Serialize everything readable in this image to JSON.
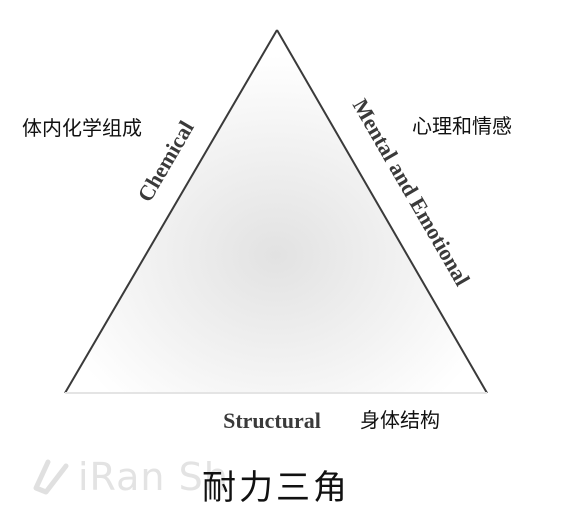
{
  "diagram": {
    "edges": {
      "left": "Chemical",
      "right": "Mental and Emotional",
      "bottom": "Structural"
    },
    "annotations": {
      "left": "体内化学组成",
      "right": "心理和情感",
      "bottom": "身体结构"
    },
    "title": "耐力三角"
  },
  "watermark": {
    "text": "iRan Sh"
  },
  "colors": {
    "edge": "#3a3a3a",
    "fill_center": "#e2e2e2",
    "fill_outer": "#ffffff"
  }
}
